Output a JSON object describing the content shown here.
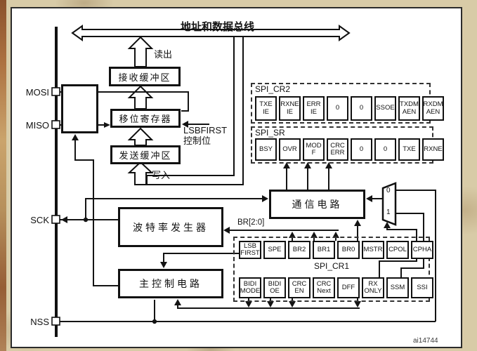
{
  "bus": {
    "label": "地址和数据总线"
  },
  "pins": {
    "mosi": "MOSI",
    "miso": "MISO",
    "sck": "SCK",
    "nss": "NSS"
  },
  "blocks": {
    "rx_buffer": "接收缓冲区",
    "shift_register": "移位寄存器",
    "tx_buffer": "发送缓冲区",
    "baud_generator": "波特率发生器",
    "master_control": "主控制电路",
    "comm_circuit": "通信电路"
  },
  "flow_labels": {
    "read_out": "读出",
    "write_in": "写入",
    "lsbfirst_line1": "LSBFIRST",
    "lsbfirst_line2": "控制位",
    "br_bus": "BR[2:0]"
  },
  "mux": {
    "input0": "0",
    "input1": "1"
  },
  "registers": {
    "spi_cr2": {
      "name": "SPI_CR2",
      "bits": [
        [
          "TXE",
          "IE"
        ],
        [
          "RXNE",
          "IE"
        ],
        [
          "ERR",
          "IE"
        ],
        [
          "0"
        ],
        [
          "0"
        ],
        [
          "SSOE"
        ],
        [
          "TXDM",
          "AEN"
        ],
        [
          "RXDM",
          "AEN"
        ]
      ]
    },
    "spi_sr": {
      "name": "SPI_SR",
      "bits": [
        [
          "BSY"
        ],
        [
          "OVR"
        ],
        [
          "MOD",
          "F"
        ],
        [
          "CRC",
          "ERR"
        ],
        [
          "0"
        ],
        [
          "0"
        ],
        [
          "TXE"
        ],
        [
          "RXNE"
        ]
      ]
    },
    "spi_cr1": {
      "name": "SPI_CR1",
      "bits_row1": [
        [
          "LSB",
          "FIRST"
        ],
        [
          "SPE"
        ],
        [
          "BR2"
        ],
        [
          "BR1"
        ],
        [
          "BR0"
        ],
        [
          "MSTR"
        ],
        [
          "CPOL"
        ],
        [
          "CPHA"
        ]
      ],
      "bits_row2": [
        [
          "BIDI",
          "MODE"
        ],
        [
          "BIDI",
          "OE"
        ],
        [
          "CRC",
          "EN"
        ],
        [
          "CRC",
          "Next"
        ],
        [
          "DFF"
        ],
        [
          "RX",
          "ONLY"
        ],
        [
          "SSM"
        ],
        [
          "SSI"
        ]
      ]
    }
  },
  "watermark": "ai14744"
}
